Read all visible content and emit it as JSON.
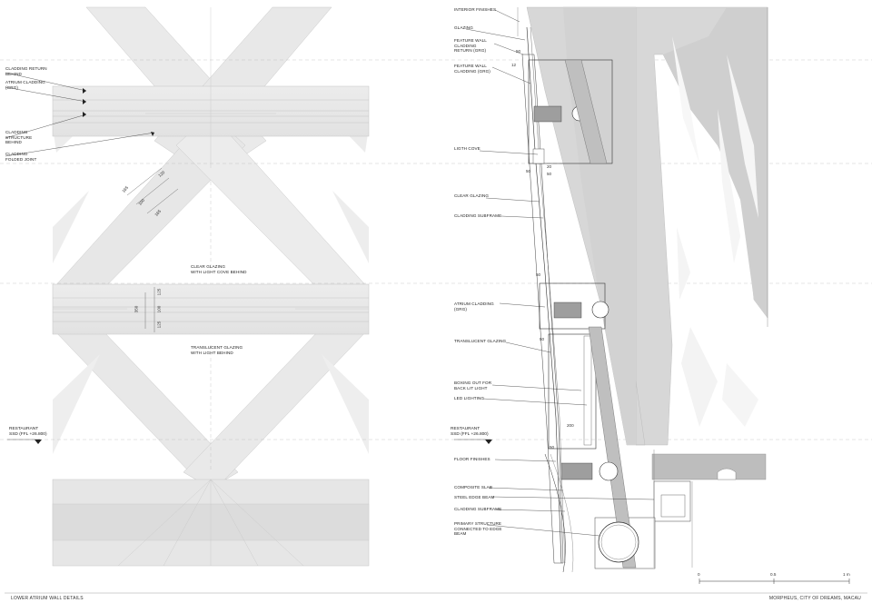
{
  "left_labels": {
    "cladding_return": "CLADDING RETURN\nBEHIND",
    "atrium_cladding": "ATRIUM CLADDING\n(GRG)",
    "cladding_structure": "CLADDING\nSTRUCTURE\nBEHIND",
    "cladding_joint": "CLADDING\nFOLDED JOINT",
    "clear_glazing": "CLEAR GLAZING\nWITH LIGHT COVE BEHIND",
    "translucent_glazing": "TRANSLUCENT GLAZING\nWITH LIGHT BEHIND",
    "restaurant": "RESTAURANT",
    "restaurant_level": "SSD (FFL +26.800)"
  },
  "left_dims": {
    "d120": "120",
    "d165a": "165",
    "d100": "100",
    "d165b": "165",
    "d350": "350",
    "d125a": "125",
    "d100b": "100",
    "d125b": "125"
  },
  "right_labels": {
    "interior_finishes": "INTERIOR FINISHES",
    "glazing": "GLAZING",
    "feature_return": "FEATURE WALL\nCLADDING\nRETURN (GRG)",
    "feature_cladding": "FEATURE WALL\nCLADDING (GRG)",
    "light_cove": "LIGTH COVE",
    "clear_glazing": "CLEAR GLAZING",
    "cladding_subframe": "CLADDING SUBFRAME",
    "atrium_cladding": "ATRIUM CLADDING\n(GRG)",
    "translucent_glazing": "TRANSLUCENT GLAZING",
    "boxing_out": "BOXING OUT FOR\nBACK LIT LIGHT",
    "led_lighting": "LED LIGHTING",
    "restaurant": "RESTAURANT",
    "restaurant_level": "SSD (FFL +26.800)",
    "floor_finishes": "FLOOR FINISHES",
    "composite_slab": "COMPOSITE SLAB",
    "steel_edge_beam": "STEEL EDGE BEAM",
    "cladding_subframe2": "CLADDING SUBFRAME",
    "primary_structure": "PRIMARY STRUCTURE\nCONNECTED TO EDGE\nBEAM"
  },
  "right_dims": {
    "d50a": "50",
    "d12": "12",
    "d20": "20",
    "d50b": "50",
    "d50c": "50",
    "d50d": "50",
    "d50e": "50",
    "d200": "200",
    "d50f": "50"
  },
  "scale": {
    "s0": "0",
    "s05": "0.5",
    "s1": "1 m"
  },
  "footer": {
    "left": "LOWER ATRIUM WALL DETAILS",
    "right": "MORPHEUS, CITY OF DREAMS, MACAU"
  }
}
